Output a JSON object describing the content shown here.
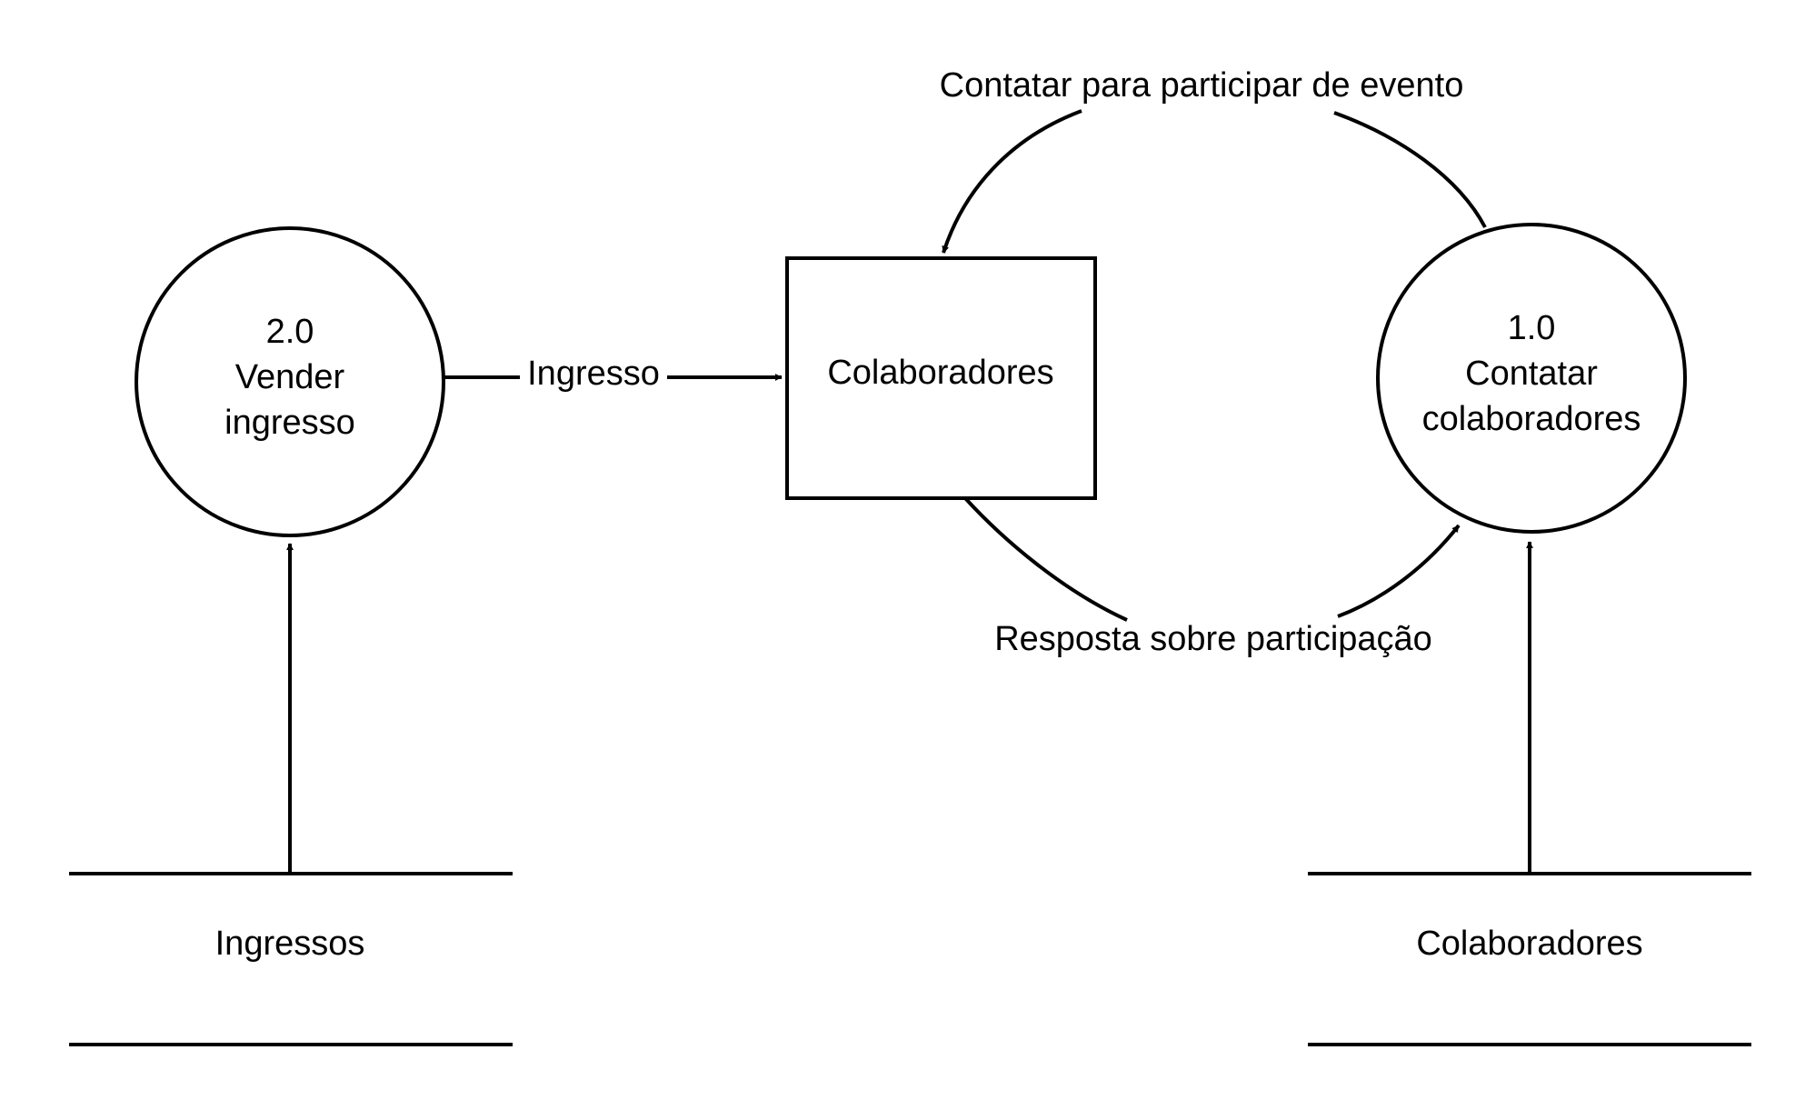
{
  "processes": {
    "sell": {
      "number": "2.0",
      "name_line1": "Vender",
      "name_line2": "ingresso"
    },
    "contact": {
      "number": "1.0",
      "name_line1": "Contatar",
      "name_line2": "colaboradores"
    }
  },
  "entity": {
    "label": "Colaboradores"
  },
  "stores": {
    "tickets": {
      "label": "Ingressos"
    },
    "collaborators": {
      "label": "Colaboradores"
    }
  },
  "flows": {
    "ticket": {
      "label": "Ingresso"
    },
    "invite": {
      "label": "Contatar para participar de evento"
    },
    "response": {
      "label": "Resposta sobre participação"
    }
  },
  "colors": {
    "stroke": "#000000",
    "fill": "#ffffff",
    "text": "#000000"
  }
}
